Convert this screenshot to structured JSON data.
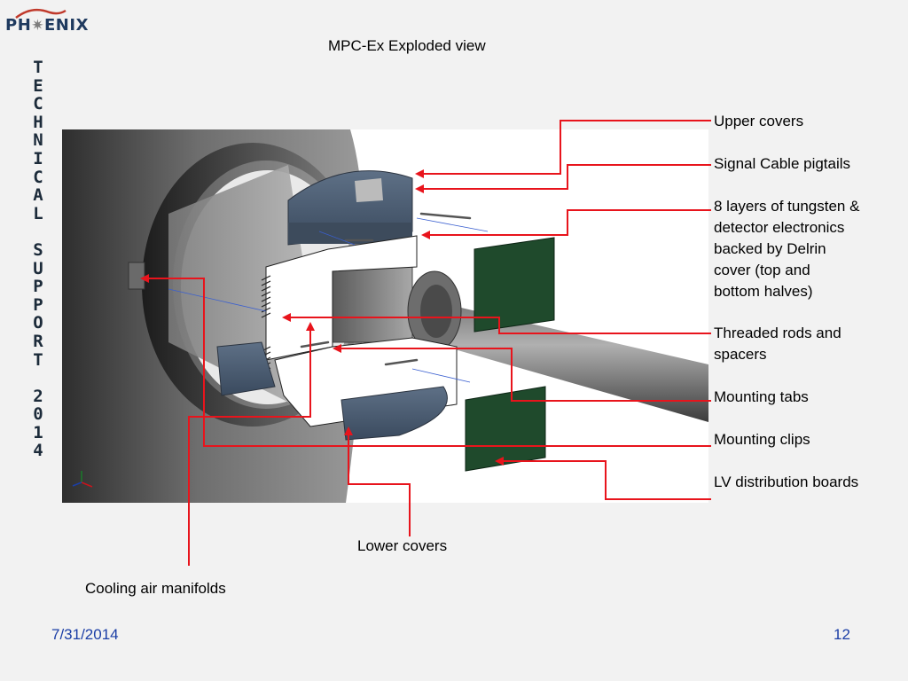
{
  "logo": {
    "text_left": "PH",
    "text_right": "ENIX",
    "icon": "sunburst-icon"
  },
  "side_banner": {
    "letters": [
      "T",
      "E",
      "C",
      "H",
      "N",
      "I",
      "C",
      "A",
      "L",
      " ",
      "S",
      "U",
      "P",
      "P",
      "O",
      "R",
      "T",
      " ",
      "2",
      "0",
      "1",
      "4"
    ]
  },
  "slide": {
    "title": "MPC-Ex Exploded view"
  },
  "labels": {
    "upper_covers": "Upper covers",
    "signal_cable": "Signal Cable pigtails",
    "layers_lines": [
      "8 layers of tungsten &",
      "detector electronics",
      "backed by Delrin",
      "cover (top and",
      "bottom halves)"
    ],
    "threaded_lines": [
      "Threaded rods and",
      "spacers"
    ],
    "mounting_tabs": "Mounting tabs",
    "mounting_clips": "Mounting clips",
    "lv_boards": "LV distribution boards",
    "lower_covers": "Lower covers",
    "cooling": "Cooling air manifolds"
  },
  "footer": {
    "date": "7/31/2014",
    "page": "12"
  },
  "colors": {
    "leader": "#e8141c",
    "footer_text": "#1b3ea6",
    "banner_text": "#1c2b3a"
  }
}
